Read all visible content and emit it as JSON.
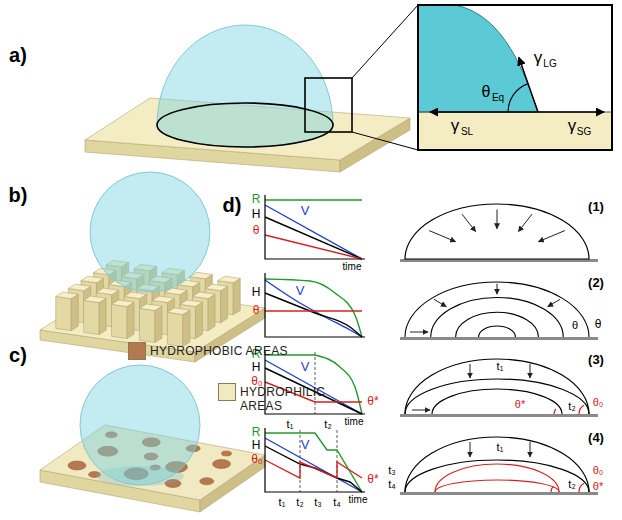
{
  "diagram": {
    "labels": [
      "a)",
      "γ",
      "LG",
      "θ",
      "Eq",
      "γ",
      "SL",
      "γ",
      "SG",
      "b)",
      "c)",
      "d)",
      "R",
      "H",
      "θ",
      "V",
      "time",
      "(1)",
      "V",
      "H",
      "θ",
      "(2)",
      "θ",
      "θ",
      "R",
      "H",
      "θ₀",
      "V",
      "θ*",
      "t₁",
      "t₂",
      "time",
      "(3)",
      "t₁",
      "θ*",
      "t₂",
      "θ₀",
      "R",
      "H",
      "θ₀",
      "V",
      "θ*",
      "t₁",
      "t₂",
      "t₃",
      "t₄",
      "time",
      "(4)",
      "t₁",
      "θ₀",
      "t₃",
      "θ*",
      "t₄",
      "t₂"
    ],
    "legend": [
      {
        "text": "HYDROPHOBIC AREAS",
        "color": "#b5784f"
      },
      {
        "text": "HYDROPHILIC AREAS",
        "color": "#f1e9c2"
      }
    ]
  }
}
